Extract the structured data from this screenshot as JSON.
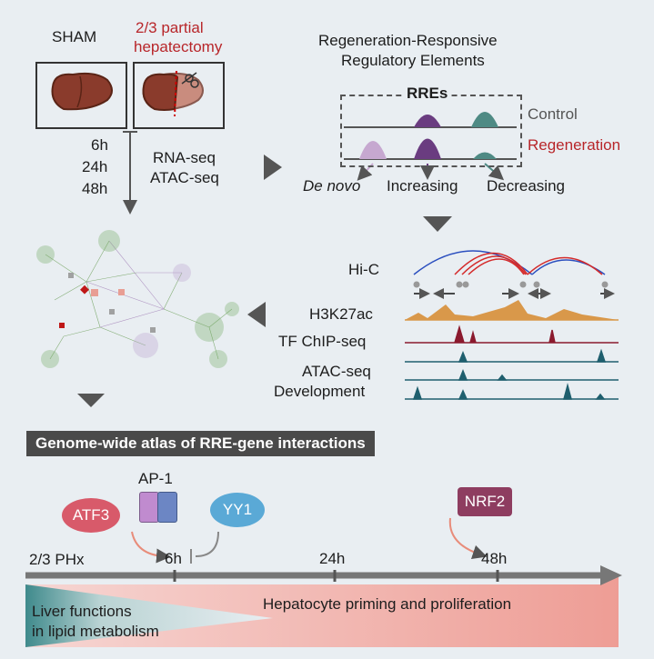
{
  "top_left": {
    "sham": "SHAM",
    "hepatectomy_line1": "2/3 partial",
    "hepatectomy_line2": "hepatectomy",
    "timepoints": [
      "6h",
      "24h",
      "48h"
    ],
    "assay1": "RNA-seq",
    "assay2": "ATAC-seq"
  },
  "top_right": {
    "title_line1": "Regeneration-Responsive",
    "title_line2": "Regulatory Elements",
    "rres": "RREs",
    "control": "Control",
    "regeneration": "Regeneration",
    "de_novo": "De novo",
    "increasing": "Increasing",
    "decreasing": "Decreasing"
  },
  "tracks": {
    "hic": "Hi-C",
    "h3k27ac": "H3K27ac",
    "tf_chip": "TF ChIP-seq",
    "atac": "ATAC-seq",
    "development": "Development"
  },
  "banner": "Genome-wide atlas of RRE-gene interactions",
  "timeline": {
    "ap1": "AP-1",
    "atf3": "ATF3",
    "yy1": "YY1",
    "nrf2": "NRF2",
    "start": "2/3 PHx",
    "t6": "6h",
    "t24": "24h",
    "t48": "48h",
    "liver_line1": "Liver functions",
    "liver_line2": "in lipid metabolism",
    "priming": "Hepatocyte priming and proliferation"
  },
  "colors": {
    "red_label": "#b8262a",
    "atf3": "#d85a6a",
    "yy1": "#5aa9d6",
    "nrf2": "#8e3d60",
    "ap1_left": "#c08bcf",
    "ap1_right": "#6c86c4",
    "h3k27ac": "#d9984a",
    "tf_chip": "#8b1a2e",
    "atac": "#1f5f6e"
  }
}
